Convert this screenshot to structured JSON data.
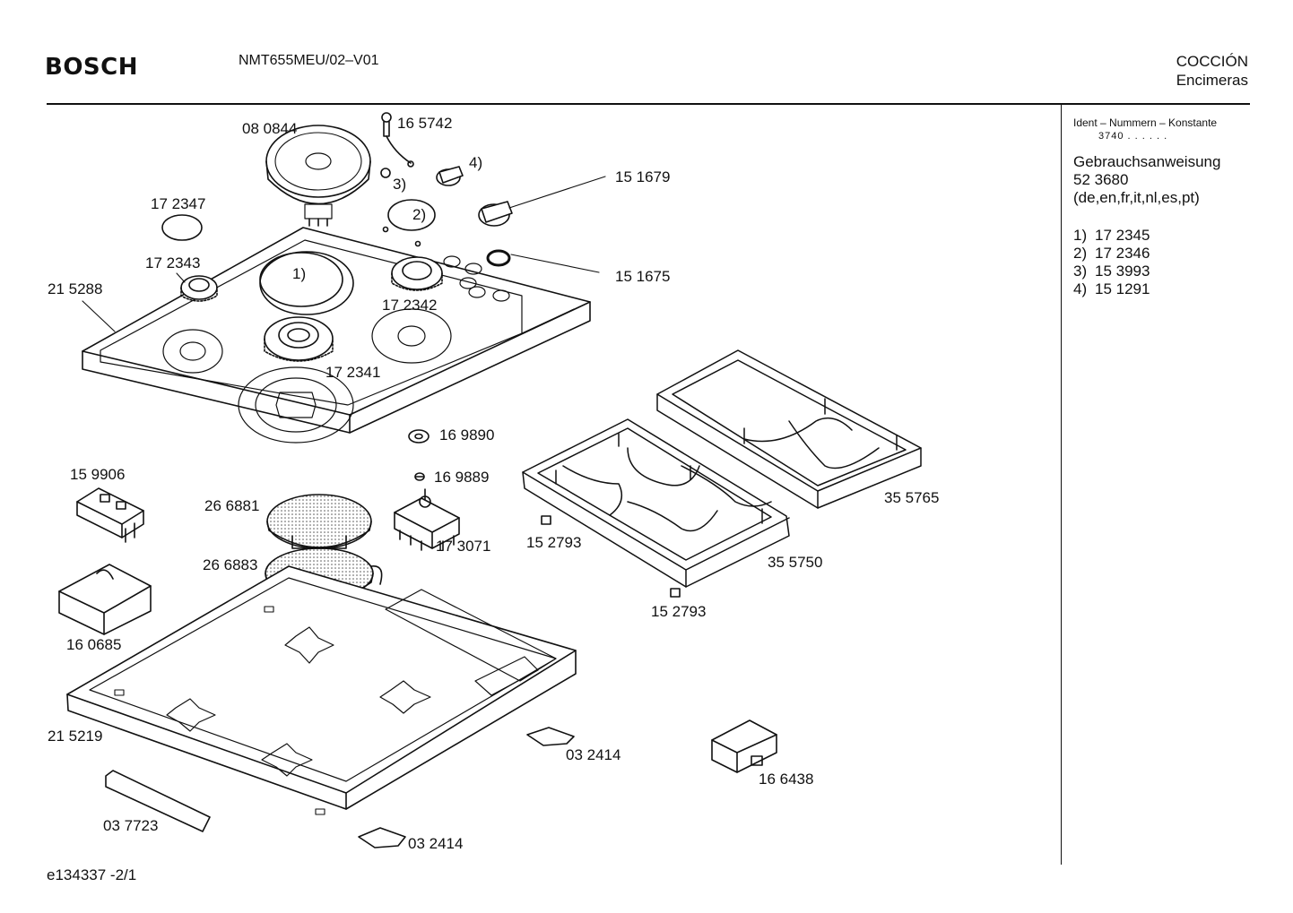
{
  "header": {
    "brand": "BOSCH",
    "model": "NMT655MEU/02–V01",
    "category": "COCCIÓN",
    "subcategory": "Encimeras"
  },
  "side_panel": {
    "ident_heading": "Ident – Nummern – Konstante",
    "ident_value": "3740 .  .   .  .  .  .",
    "manual_title": "Gebrauchsanweisung",
    "manual_number": "52 3680",
    "manual_languages": "(de,en,fr,it,nl,es,pt)",
    "notes": [
      {
        "key": "1)",
        "value": "17 2345"
      },
      {
        "key": "2)",
        "value": "17 2346"
      },
      {
        "key": "3)",
        "value": "15 3993"
      },
      {
        "key": "4)",
        "value": "15 1291"
      }
    ]
  },
  "part_labels": {
    "p080844": "08 0844",
    "p165742": "16 5742",
    "n4": "4)",
    "n3": "3)",
    "n2": "2)",
    "n1": "1)",
    "p151679": "15 1679",
    "p172347": "17 2347",
    "p172343": "17 2343",
    "p215288": "21 5288",
    "p151675": "15 1675",
    "p172342": "17 2342",
    "p172341": "17 2341",
    "p169890": "16 9890",
    "p159906": "15 9906",
    "p169889": "16 9889",
    "p266881": "26 6881",
    "p173071": "17 3071",
    "p152793a": "15 2793",
    "p355765": "35 5765",
    "p266883": "26 6883",
    "p355750": "35 5750",
    "p152793b": "15 2793",
    "p160685": "16 0685",
    "p215219": "21 5219",
    "p032414a": "03 2414",
    "p166438": "16 6438",
    "p037723": "03 7723",
    "p032414b": "03 2414"
  },
  "footer": {
    "doc_id": "e134337   -2/1"
  }
}
